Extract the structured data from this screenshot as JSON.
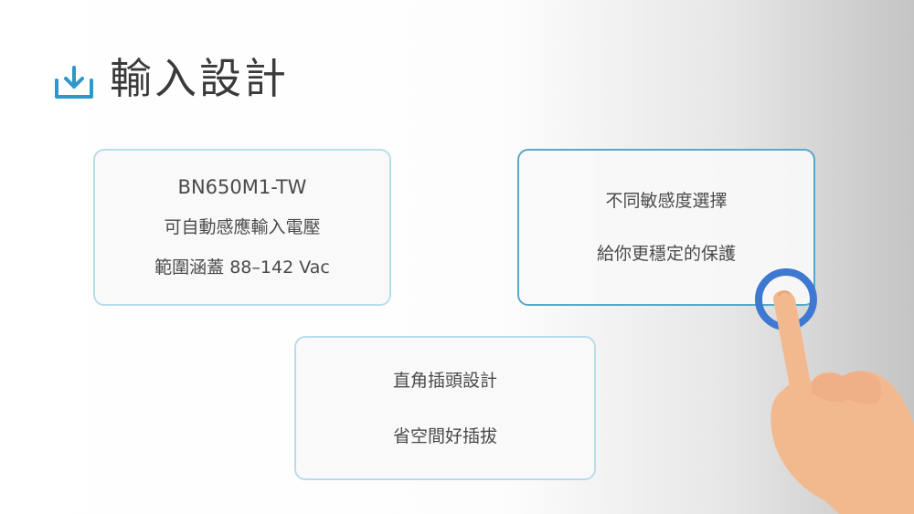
{
  "header": {
    "title": "輸入設計",
    "icon": "download-icon",
    "icon_color": "#2e97cc"
  },
  "cards": [
    {
      "lines": [
        "BN650M1-TW",
        "可自動感應輸入電壓",
        "範圍涵蓋 88–142 Vac"
      ]
    },
    {
      "lines": [
        "不同敏感度選擇",
        "給你更穩定的保護"
      ]
    },
    {
      "lines": [
        "直角插頭設計",
        "省空間好插拔"
      ]
    }
  ],
  "illustration": {
    "icon": "pointing-hand-icon",
    "ring_color": "#3f78d0",
    "skin_color": "#f3b98e"
  }
}
